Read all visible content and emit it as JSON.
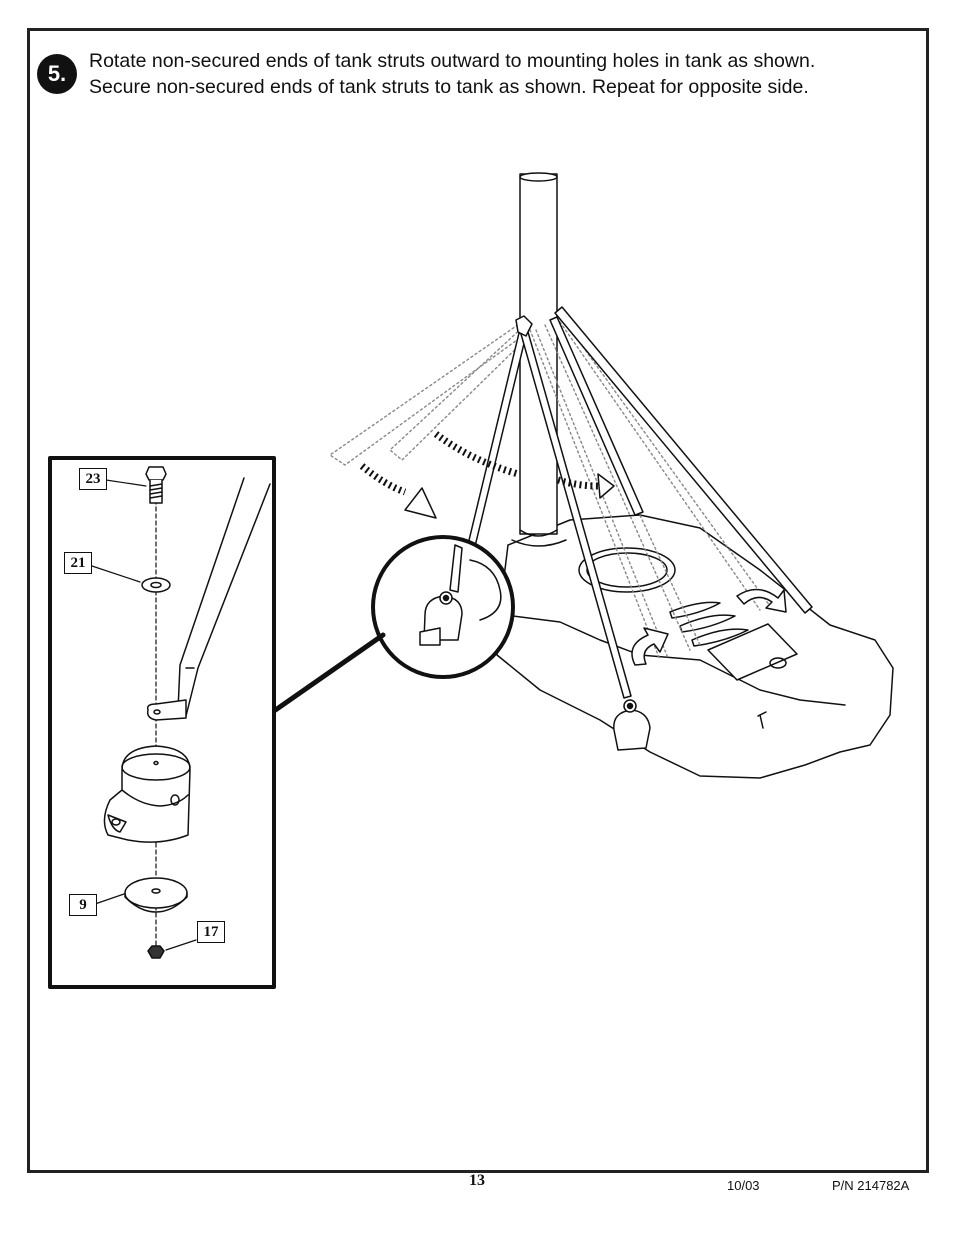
{
  "step": {
    "number": "5."
  },
  "instructions": {
    "line1": "Rotate non-secured ends of tank struts outward to mounting holes in tank as shown.",
    "line2": "Secure non-secured ends of tank struts to tank as shown.  Repeat for opposite side."
  },
  "parts": [
    {
      "label": "23"
    },
    {
      "label": "21"
    },
    {
      "label": "9"
    },
    {
      "label": "17"
    }
  ],
  "footer": {
    "page": "13",
    "date": "10/03",
    "part_number": "P/N 214782A"
  }
}
